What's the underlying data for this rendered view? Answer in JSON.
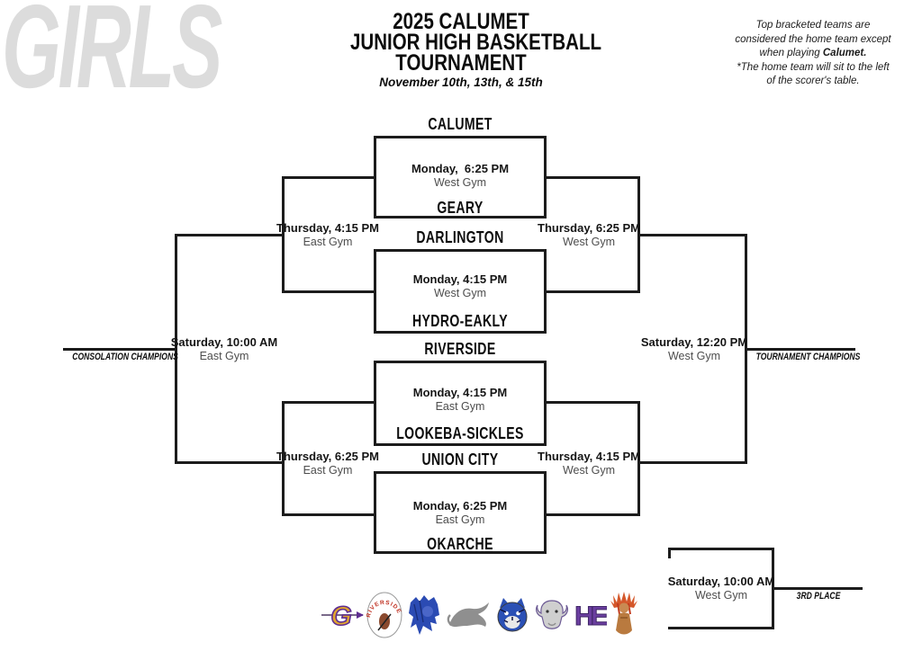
{
  "header": {
    "division": "GIRLS",
    "title_lines": [
      "2025 CALUMET",
      "JUNIOR HIGH BASKETBALL",
      "TOURNAMENT"
    ],
    "dates": "November 10th, 13th, & 15th",
    "note": {
      "line1": "Top bracketed teams are",
      "line2": "considered the home team except",
      "line3_prefix": "when playing ",
      "line3_bold": "Calumet.",
      "line4": "*The home team will sit to the left",
      "line5": "of the scorer's table."
    }
  },
  "bracket": {
    "round1_games": [
      {
        "top_team": "CALUMET",
        "bottom_team": "GEARY",
        "datetime": "Monday,  6:25 PM",
        "location": "West Gym"
      },
      {
        "top_team": "DARLINGTON",
        "bottom_team": "HYDRO-EAKLY",
        "datetime": "Monday, 4:15 PM",
        "location": "West Gym"
      },
      {
        "top_team": "RIVERSIDE",
        "bottom_team": "LOOKEBA-SICKLES",
        "datetime": "Monday, 4:15 PM",
        "location": "East Gym"
      },
      {
        "top_team": "UNION CITY",
        "bottom_team": "OKARCHE",
        "datetime": "Monday, 6:25 PM",
        "location": "East Gym"
      }
    ],
    "semifinal_games": [
      {
        "datetime": "Thursday, 4:15 PM",
        "location": "East Gym"
      },
      {
        "datetime": "Thursday, 6:25 PM",
        "location": "West Gym"
      },
      {
        "datetime": "Thursday, 6:25 PM",
        "location": "East Gym"
      },
      {
        "datetime": "Thursday, 4:15 PM",
        "location": "West Gym"
      }
    ],
    "consolation_final": {
      "datetime": "Saturday, 10:00 AM",
      "location": "East Gym",
      "label": "CONSOLATION CHAMPIONS"
    },
    "championship_final": {
      "datetime": "Saturday, 12:20 PM",
      "location": "West Gym",
      "label": "TOURNAMENT CHAMPIONS"
    },
    "third_place_game": {
      "datetime": "Saturday, 10:00 AM",
      "location": "West Gym",
      "label": "3RD PLACE"
    }
  },
  "logos": [
    {
      "id": "geary-g-spear",
      "text": "G",
      "colors": {
        "letter": "#e0a52e",
        "outline": "#5e2d91"
      }
    },
    {
      "id": "riverside-badge",
      "text": "RIVERSIDE",
      "colors": {
        "text": "#c03324",
        "mascot": "#8a4a2e"
      }
    },
    {
      "id": "blue-chieftain-head",
      "colors": {
        "primary": "#2b4bb3"
      }
    },
    {
      "id": "gray-panther",
      "colors": {
        "primary": "#8f8f8f"
      }
    },
    {
      "id": "blue-tiger-head",
      "colors": {
        "primary": "#2b50b5"
      }
    },
    {
      "id": "buffalo-head",
      "colors": {
        "primary": "#cfcfcf",
        "outline": "#6d5b95"
      }
    },
    {
      "id": "hydro-eakly-he",
      "text": "HE",
      "colors": {
        "letter": "#6b3fa0"
      }
    },
    {
      "id": "chief-headdress-figure",
      "colors": {
        "primary": "#c98a52",
        "accent": "#d4572a"
      }
    }
  ]
}
